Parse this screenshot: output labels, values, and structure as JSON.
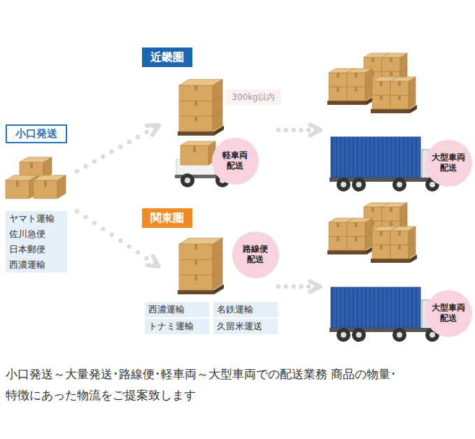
{
  "diagram": {
    "caption": "小口発送～大量発送･路線便･軽車両～大型車両での配送業務 商品の物量･特徴にあった物流をご提案致します",
    "nodes": [
      {
        "text": [
          "小口発送"
        ]
      },
      {
        "text": [
          "ヤマト運輸"
        ]
      },
      {
        "text": [
          "佐川急便"
        ]
      },
      {
        "text": [
          "日本郵便"
        ]
      },
      {
        "text": [
          "西濃運輸"
        ]
      },
      {
        "text": [
          "近畿圏"
        ]
      },
      {
        "text": [
          "300kg以内"
        ]
      },
      {
        "text": [
          "軽車両 配送"
        ]
      },
      {
        "text": [
          "大型車両 配送"
        ]
      },
      {
        "text": [
          "関東圏"
        ]
      },
      {
        "text": [
          "路線便 配送"
        ]
      },
      {
        "text": [
          "西濃運輸"
        ]
      },
      {
        "text": [
          "名鉄運輸"
        ]
      },
      {
        "text": [
          "トナミ運輸"
        ]
      },
      {
        "text": [
          "久留米運送"
        ]
      },
      {
        "text": [
          "大型車両 配送"
        ]
      }
    ]
  }
}
